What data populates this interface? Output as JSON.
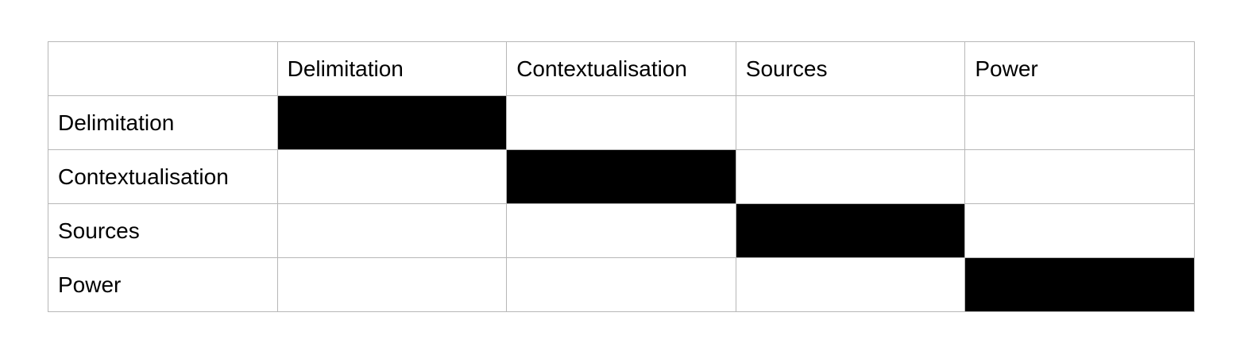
{
  "matrix": {
    "corner_label": "",
    "column_headers": [
      "Delimitation",
      "Contextualisation",
      "Sources",
      "Power"
    ],
    "row_headers": [
      "Delimitation",
      "Contextualisation",
      "Sources",
      "Power"
    ],
    "cells": [
      [
        true,
        false,
        false,
        false
      ],
      [
        false,
        true,
        false,
        false
      ],
      [
        false,
        false,
        true,
        false
      ],
      [
        false,
        false,
        false,
        true
      ]
    ]
  },
  "colors": {
    "background": "#ffffff",
    "grid_line": "#b7b7b7",
    "filled_cell": "#000000",
    "text": "#000000"
  }
}
